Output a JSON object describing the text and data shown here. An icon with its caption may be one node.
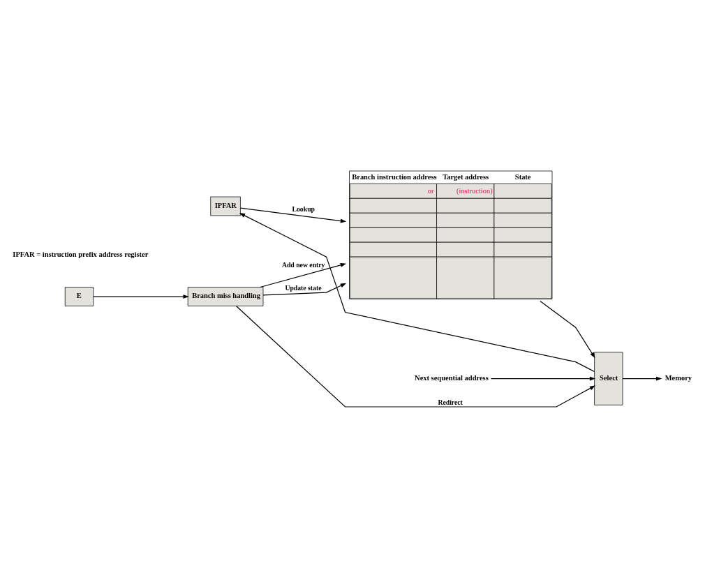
{
  "diagram": {
    "nodes": [
      {
        "text": [
          "IPFAR"
        ]
      },
      {
        "text": [
          "Branch instruction address",
          "Target address",
          "State",
          "or",
          "(instruction)"
        ]
      },
      {
        "text": [
          "Next sequential address"
        ]
      },
      {
        "text": [
          "Select"
        ]
      },
      {
        "text": [
          "Memory"
        ]
      },
      {
        "text": [
          "Branch miss handling"
        ]
      },
      {
        "text": [
          "E"
        ]
      }
    ],
    "edges": [
      {
        "from": 3,
        "to": 0,
        "arrow": "to"
      },
      {
        "from": 0,
        "to": 1,
        "arrow": "to",
        "label": "Lookup"
      },
      {
        "from": 2,
        "to": 3,
        "arrow": "to"
      },
      {
        "from": 1,
        "to": 3,
        "arrow": "to"
      },
      {
        "from": 5,
        "to": 3,
        "arrow": "to",
        "label": "Redirect"
      },
      {
        "from": 3,
        "to": 4,
        "arrow": "to"
      },
      {
        "from": 5,
        "to": 1,
        "arrow": "to",
        "label": "Add new entry"
      },
      {
        "from": 5,
        "to": 1,
        "arrow": "to",
        "label": "Update state"
      },
      {
        "from": 6,
        "to": 5,
        "arrow": "to"
      }
    ],
    "labels": [
      "IPFAR = instruction prefix address register"
    ]
  }
}
